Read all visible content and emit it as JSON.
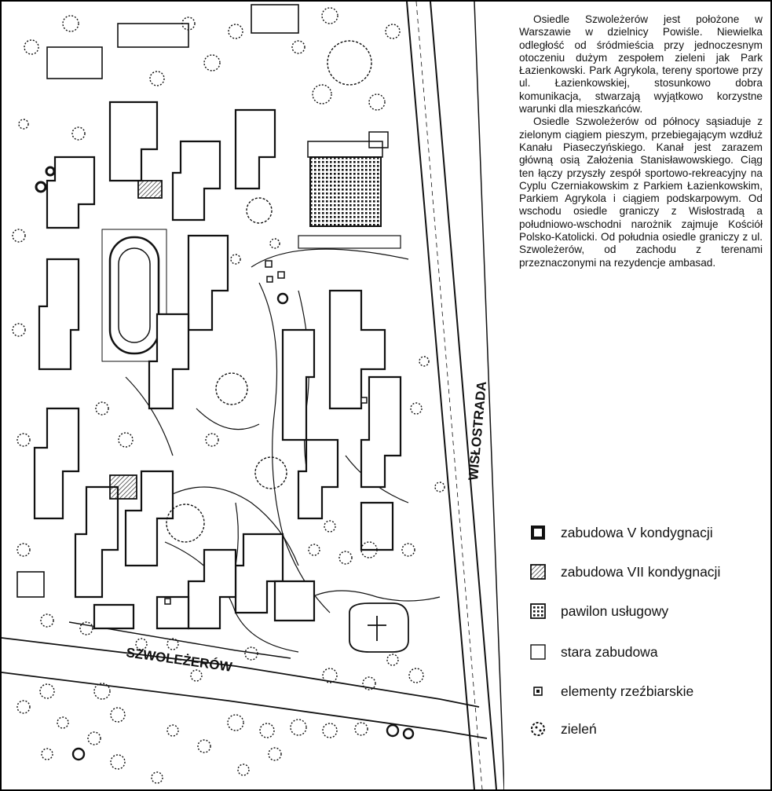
{
  "description": {
    "paragraphs": [
      "Osiedle Szwoleżerów jest położone w Warszawie w dzielnicy Powiśle. Niewielka odległość od śródmieścia przy jednoczesnym otoczeniu dużym zespołem zieleni jak Park Łazienkowski. Park Agrykola, tereny sportowe przy ul. Łazienkowskiej, stosunkowo dobra komunikacja, stwarzają wyjątkowo korzystne warunki dla mieszkańców.",
      "Osiedle Szwoleżerów od północy sąsiaduje z zielonym ciągiem pieszym, przebiegającym wzdłuż Kanału Piaseczyńskiego. Kanał jest zarazem główną osią Założenia Stanisławowskiego. Ciąg ten łączy przyszły zespół sportowo-rekreacyjny na Cyplu Czerniakowskim z Parkiem Łazienkowskim, Parkiem Agrykola i ciągiem podskarpowym. Od wschodu osiedle graniczy z Wisłostradą a południowo-wschodni narożnik zajmuje Kościół Polsko-Katolicki. Od południa osiedle graniczy z ul. Szwoleżerów, od zachodu z terenami przeznaczonymi na rezydencje ambasad."
    ]
  },
  "streets": {
    "east": "WISŁOSTRADA",
    "south": "SZWOLEŻERÓW"
  },
  "legend": {
    "items": [
      {
        "label": "zabudowa V kondygnacji",
        "icon": "building-5-floors-icon"
      },
      {
        "label": "zabudowa VII kondygnacji",
        "icon": "building-7-floors-icon"
      },
      {
        "label": "pawilon usługowy",
        "icon": "service-pavilion-icon"
      },
      {
        "label": "stara zabudowa",
        "icon": "old-buildings-icon"
      },
      {
        "label": "elementy rzeźbiarskie",
        "icon": "sculpture-icon"
      },
      {
        "label": "zieleń",
        "icon": "greenery-icon"
      }
    ]
  },
  "colors": {
    "ink": "#111111",
    "paper": "#ffffff"
  }
}
